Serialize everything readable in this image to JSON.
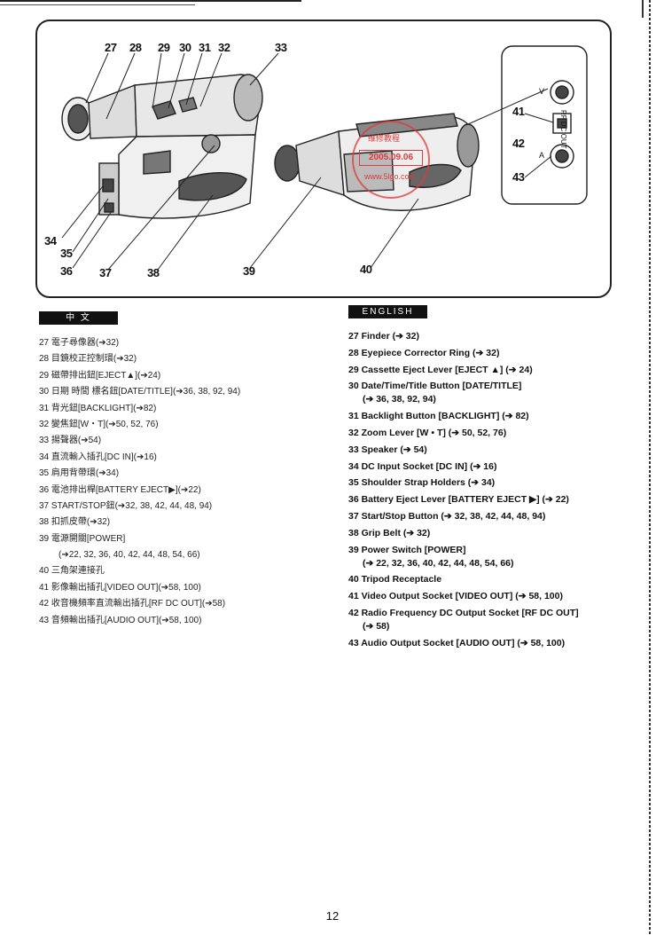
{
  "figure": {
    "callouts": {
      "c27": "27",
      "c28": "28",
      "c29": "29",
      "c30": "30",
      "c31": "31",
      "c32": "32",
      "c33": "33",
      "c34": "34",
      "c35": "35",
      "c36": "36",
      "c37": "37",
      "c38": "38",
      "c39": "39",
      "c40": "40",
      "c41": "41",
      "c42": "42",
      "c43": "43"
    },
    "panel_labels": {
      "v": "V",
      "a": "A",
      "rf": "RF DC OUT"
    },
    "stamp": {
      "date": "2005.09.06",
      "url": "www.5lgo.com",
      "top": "维修教程"
    }
  },
  "chinese": {
    "header": "中 文",
    "items": [
      {
        "text": "27 電子尋像器(➔32)",
        "cont": false
      },
      {
        "text": "28 目鏡校正控制環(➔32)",
        "cont": false
      },
      {
        "text": "29 磁帶排出鈕[EJECT▲](➔24)",
        "cont": false
      },
      {
        "text": "30 日期 時間 標名鈕[DATE/TITLE](➔36, 38, 92, 94)",
        "cont": false
      },
      {
        "text": "31 背光鈕[BACKLIGHT](➔82)",
        "cont": false
      },
      {
        "text": "32 變焦鈕[W・T](➔50, 52, 76)",
        "cont": false
      },
      {
        "text": "33 揚聲器(➔54)",
        "cont": false
      },
      {
        "text": "34 直流輸入插孔[DC IN](➔16)",
        "cont": false
      },
      {
        "text": "35 肩用背帶環(➔34)",
        "cont": false
      },
      {
        "text": "36 電池排出桿[BATTERY EJECT▶](➔22)",
        "cont": false
      },
      {
        "text": "37 START/STOP鈕(➔32, 38, 42, 44, 48, 94)",
        "cont": false
      },
      {
        "text": "38 扣抓皮帶(➔32)",
        "cont": false
      },
      {
        "text": "39 電源開關[POWER]",
        "cont": false
      },
      {
        "text": "(➔22, 32, 36, 40, 42, 44, 48, 54, 66)",
        "cont": true
      },
      {
        "text": "40 三角架連接孔",
        "cont": false
      },
      {
        "text": "41 影像輸出插孔[VIDEO OUT](➔58, 100)",
        "cont": false
      },
      {
        "text": "42 收音機頻率直流輸出插孔[RF DC OUT](➔58)",
        "cont": false
      },
      {
        "text": "43 音頻輸出插孔[AUDIO OUT](➔58, 100)",
        "cont": false
      }
    ]
  },
  "english": {
    "header": "ENGLISH",
    "items": [
      {
        "text": "27 Finder (➔ 32)",
        "cont": ""
      },
      {
        "text": "28 Eyepiece Corrector Ring (➔ 32)",
        "cont": ""
      },
      {
        "text": "29 Cassette Eject Lever [EJECT ▲] (➔ 24)",
        "cont": ""
      },
      {
        "text": "30 Date/Time/Title Button [DATE/TITLE]",
        "cont": "(➔ 36, 38, 92, 94)"
      },
      {
        "text": "31 Backlight Button [BACKLIGHT] (➔ 82)",
        "cont": ""
      },
      {
        "text": "32 Zoom Lever [W • T] (➔ 50, 52, 76)",
        "cont": ""
      },
      {
        "text": "33 Speaker (➔ 54)",
        "cont": ""
      },
      {
        "text": "34 DC Input Socket [DC IN] (➔ 16)",
        "cont": ""
      },
      {
        "text": "35 Shoulder Strap Holders (➔ 34)",
        "cont": ""
      },
      {
        "text": "36 Battery Eject Lever [BATTERY EJECT ▶] (➔ 22)",
        "cont": ""
      },
      {
        "text": "37 Start/Stop Button (➔ 32, 38, 42, 44, 48, 94)",
        "cont": ""
      },
      {
        "text": "38 Grip Belt (➔ 32)",
        "cont": ""
      },
      {
        "text": "39 Power Switch [POWER]",
        "cont": "(➔ 22, 32, 36, 40, 42, 44, 48, 54, 66)"
      },
      {
        "text": "40 Tripod Receptacle",
        "cont": ""
      },
      {
        "text": "41 Video Output Socket [VIDEO OUT] (➔ 58, 100)",
        "cont": ""
      },
      {
        "text": "42 Radio Frequency DC Output Socket [RF DC OUT]",
        "cont": "(➔ 58)"
      },
      {
        "text": "43 Audio Output Socket [AUDIO OUT] (➔ 58, 100)",
        "cont": ""
      }
    ]
  },
  "page_number": "12"
}
